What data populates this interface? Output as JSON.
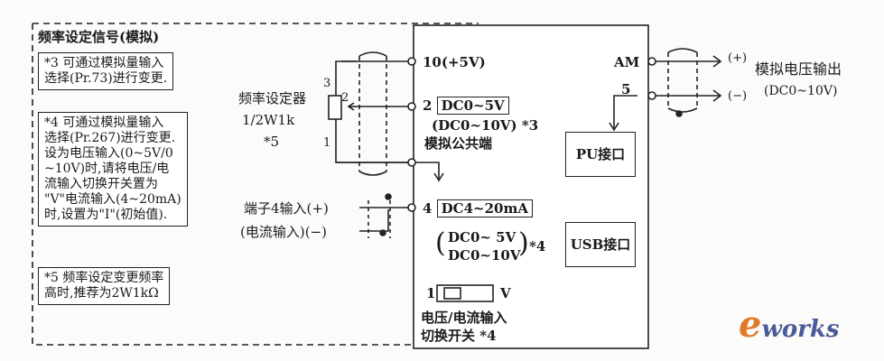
{
  "section_title": "频率设定信号(模拟)",
  "notes": [
    "*3 可通过模拟量输入\n选择(Pr.73)进行变更.",
    "*4 可通过模拟量输入\n选择(Pr.267)进行变更.\n设为电压输入(0~5V/0\n~10V)时,请将电压/电\n流输入切换开关置为\n\"V\"电流输入(4~20mA)\n时,设置为\"I\"(初始值).",
    "*5 频率设定变更频率\n高时,推荐为2W1kΩ"
  ],
  "potentiometer": {
    "name": "频率设定器",
    "rating": "1/2W1k",
    "ref": "*5",
    "pins": [
      "3",
      "2",
      "1"
    ]
  },
  "terminal4_input": [
    "端子4输入(+)",
    "(电流输入)(−)"
  ],
  "terminals": {
    "t10": "10(+5V)",
    "t2_num": "2",
    "t2_range": "DC0~5V",
    "t2_range2": "(DC0~10V) *3",
    "common": "模拟公共端",
    "t4_num": "4",
    "t4_range": "DC4~20mA",
    "t4_alt1": "DC0~ 5V",
    "t4_alt2": "DC0~10V",
    "t4_ref": "*4",
    "switch_i": "1",
    "switch_v": "V",
    "switch_label": "电压/电流输入\n切换开关 *4"
  },
  "panels": {
    "pu": "PU接口",
    "usb": "USB接口"
  },
  "output": {
    "am": "AM",
    "five": "5",
    "plus": "(+)",
    "minus": "(−)",
    "title": "模拟电压输出",
    "range": "(DC0~10V)"
  },
  "logo": {
    "main": "e",
    "rest": "works"
  }
}
